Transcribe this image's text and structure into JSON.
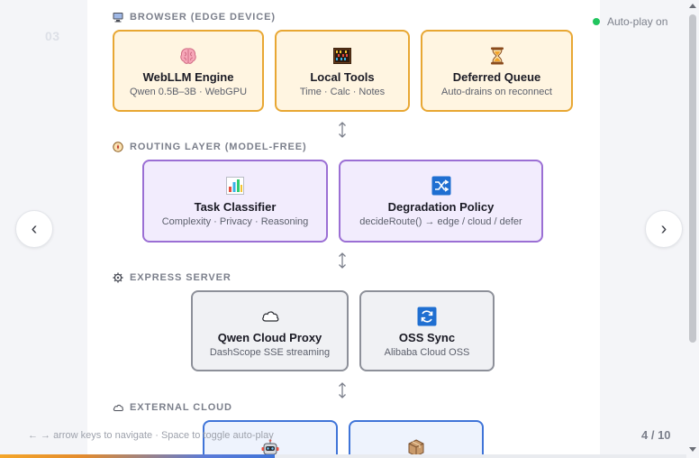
{
  "slide": {
    "number": "03"
  },
  "autoplay": {
    "label": "Auto-play on",
    "color": "#22c55e"
  },
  "nav": {
    "prev": "‹",
    "next": "›"
  },
  "layers": {
    "browser": {
      "label": "BROWSER (EDGE DEVICE)",
      "icon": "monitor-icon",
      "cards": [
        {
          "title": "WebLLM Engine",
          "subtitle": "Qwen 0.5B–3B · WebGPU",
          "icon": "brain-icon"
        },
        {
          "title": "Local Tools",
          "subtitle": "Time · Calc · Notes",
          "icon": "abacus-icon"
        },
        {
          "title": "Deferred Queue",
          "subtitle": "Auto-drains on reconnect",
          "icon": "hourglass-icon"
        }
      ]
    },
    "routing": {
      "label": "ROUTING LAYER (MODEL-FREE)",
      "icon": "compass-icon",
      "cards": [
        {
          "title": "Task Classifier",
          "subtitle": "Complexity · Privacy · Reasoning",
          "icon": "bar-chart-icon"
        },
        {
          "title": "Degradation Policy",
          "subtitle": "decideRoute() → edge / cloud / defer",
          "icon": "shuffle-icon"
        }
      ]
    },
    "server": {
      "label": "EXPRESS SERVER",
      "icon": "gear-icon",
      "cards": [
        {
          "title": "Qwen Cloud Proxy",
          "subtitle": "DashScope SSE streaming",
          "icon": "cloud-icon"
        },
        {
          "title": "OSS Sync",
          "subtitle": "Alibaba Cloud OSS",
          "icon": "sync-icon"
        }
      ]
    },
    "external": {
      "label": "EXTERNAL CLOUD",
      "icon": "cloud-outline-icon",
      "cards": [
        {
          "title": "",
          "subtitle": "",
          "icon": "robot-icon"
        },
        {
          "title": "",
          "subtitle": "",
          "icon": "package-icon"
        }
      ]
    }
  },
  "footer": {
    "hint": "← → arrow keys to navigate · Space to toggle auto-play",
    "counter": "4 / 10",
    "progress": 0.4
  },
  "colors": {
    "orange": "#e8a733",
    "purple": "#9b6fd4",
    "gray": "#8d9099",
    "blue": "#3f74d8"
  }
}
